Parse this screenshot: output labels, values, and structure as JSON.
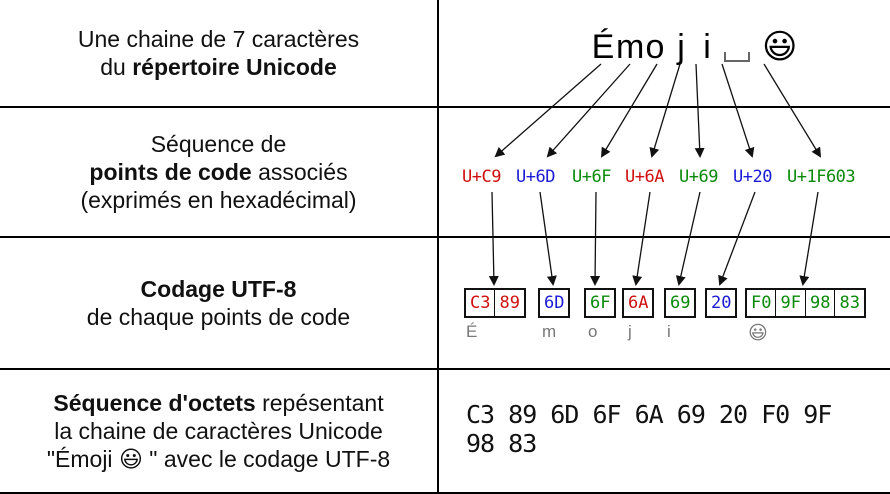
{
  "rows": {
    "row1": {
      "line1": "Une chaine de 7 caractères",
      "line2_prefix": "du ",
      "line2_bold": "répertoire Unicode"
    },
    "row2": {
      "line1": "Séquence de",
      "line2_bold": "points de code",
      "line2_suffix": " associés",
      "line3": "(exprimés en hexadécimal)"
    },
    "row3": {
      "line1_bold": "Codage UTF-8",
      "line2": "de chaque points de code"
    },
    "row4": {
      "line1_bold": "Séquence d'octets",
      "line1_suffix": " repésentant",
      "line2": "la chaine de caractères Unicode",
      "line3_prefix": "\"Émoji ",
      "line3_emoji": "😃",
      "line3_suffix": " \" avec le codage UTF-8"
    }
  },
  "characters": [
    "É",
    "m",
    "o",
    "j",
    "i",
    " ",
    "😃"
  ],
  "code_points": [
    {
      "label": "U+C9",
      "color": "#d01010"
    },
    {
      "label": "U+6D",
      "color": "#1a1ad6"
    },
    {
      "label": "U+6F",
      "color": "#0a8a0a"
    },
    {
      "label": "U+6A",
      "color": "#d01010"
    },
    {
      "label": "U+69",
      "color": "#0a8a0a"
    },
    {
      "label": "U+20",
      "color": "#1a1ad6"
    },
    {
      "label": "U+1F603",
      "color": "#0a8a0a"
    }
  ],
  "utf8": [
    {
      "bytes": [
        "C3",
        "89"
      ],
      "color": "#d01010",
      "glyph": "É"
    },
    {
      "bytes": [
        "6D"
      ],
      "color": "#1a1ad6",
      "glyph": "m"
    },
    {
      "bytes": [
        "6F"
      ],
      "color": "#0a8a0a",
      "glyph": "o"
    },
    {
      "bytes": [
        "6A"
      ],
      "color": "#d01010",
      "glyph": "j"
    },
    {
      "bytes": [
        "69"
      ],
      "color": "#0a8a0a",
      "glyph": "i"
    },
    {
      "bytes": [
        "20"
      ],
      "color": "#1a1ad6",
      "glyph": ""
    },
    {
      "bytes": [
        "F0",
        "9F",
        "98",
        "83"
      ],
      "color": "#0a8a0a",
      "glyph": "😃"
    }
  ],
  "byte_sequence": "C3 89 6D 6F 6A 69 20 F0 9F 98 83",
  "icons": {
    "emoji": "grinning-face-icon",
    "space": "space-symbol-icon"
  }
}
